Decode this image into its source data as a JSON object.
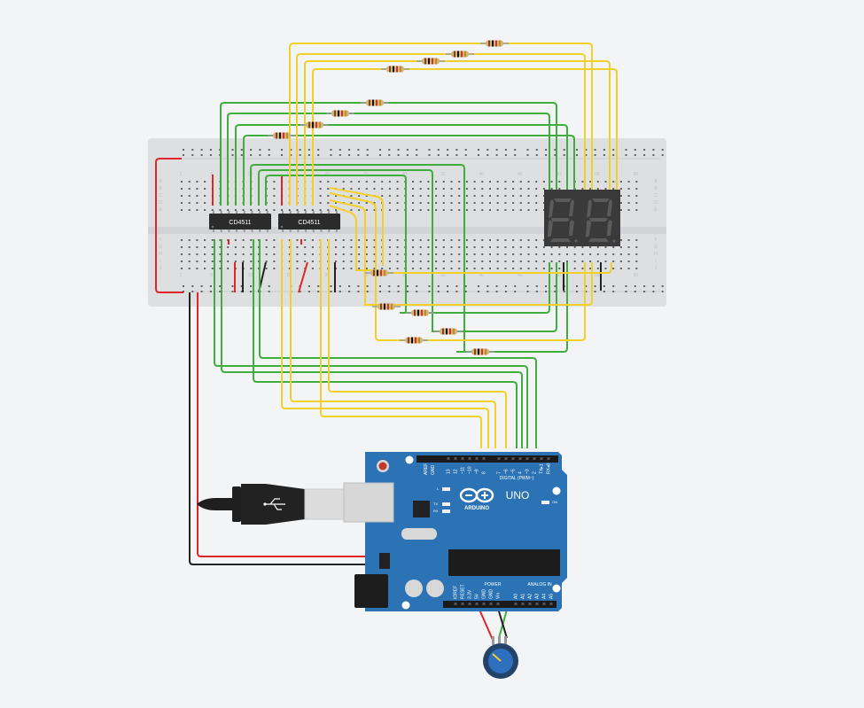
{
  "chips": {
    "left": {
      "label": "CD4511"
    },
    "right": {
      "label": "CD4511"
    }
  },
  "breadboard": {
    "column_numbers": [
      "1",
      "5",
      "10",
      "15",
      "20",
      "25",
      "30",
      "35",
      "40",
      "45",
      "50",
      "55",
      "60"
    ],
    "row_letters_top": [
      "A",
      "B",
      "C",
      "D",
      "E"
    ],
    "row_letters_bottom": [
      "F",
      "G",
      "H",
      "I",
      "J"
    ]
  },
  "arduino": {
    "brand": "ARDUINO",
    "model": "UNO",
    "digital_header": "DIGITAL (PWM~)",
    "on_label": "ON",
    "power_label": "POWER",
    "analog_label": "ANALOG IN",
    "l_label": "L",
    "tx_label": "TX",
    "rx_label": "RX",
    "aref_label": "AREF",
    "gnd_label": "GND",
    "digital_pins": [
      "13",
      "12",
      "~11",
      "~10",
      "~9",
      "8",
      "7",
      "~6",
      "~5",
      "4",
      "~3",
      "2",
      "TX▸1",
      "RX◂0"
    ],
    "power_pins": [
      "IOREF",
      "RESET",
      "3.3V",
      "5V",
      "GND",
      "GND",
      "Vin"
    ],
    "analog_pins": [
      "A0",
      "A1",
      "A2",
      "A3",
      "A4",
      "A5"
    ]
  },
  "colors": {
    "background": "#f3f4f6",
    "wire_yellow": "#f2d029",
    "wire_green": "#3fae3f",
    "wire_red": "#e0262a",
    "wire_black": "#222222",
    "board_blue": "#2b73b5",
    "breadboard": "#dedfe1",
    "display": "#3a3a3a"
  }
}
